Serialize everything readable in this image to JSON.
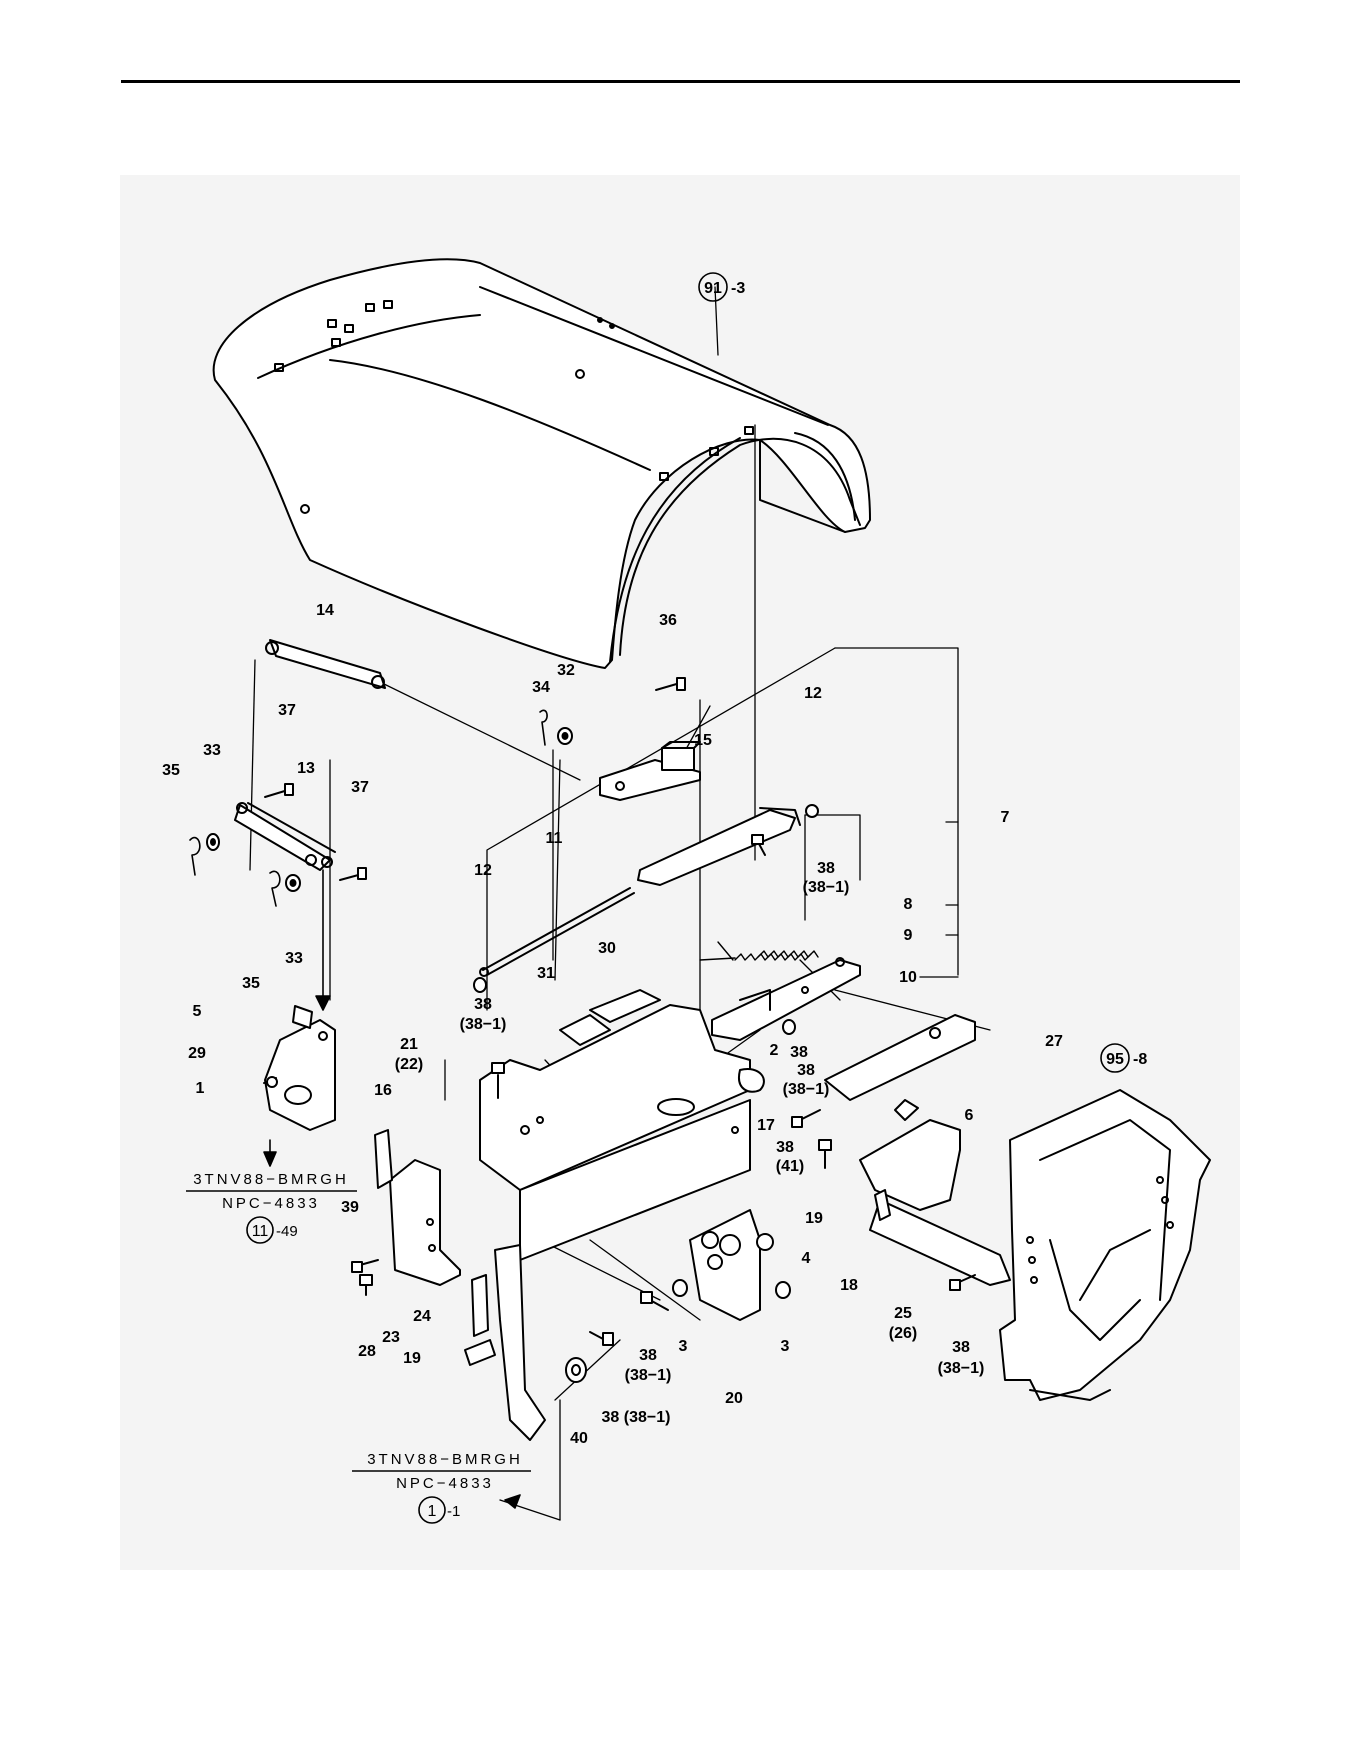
{
  "callouts": {
    "c91": "91",
    "c91s": "-3",
    "c95": "95",
    "c95s": "-8",
    "c11": "11",
    "c11s": "-49",
    "c1": "1",
    "c1s": "-1",
    "p14": "14",
    "p36": "36",
    "p34": "34",
    "p32": "32",
    "p15": "15",
    "p12a": "12",
    "p12b": "12",
    "p7": "7",
    "p37a": "37",
    "p37b": "37",
    "p33a": "33",
    "p33b": "33",
    "p13": "13",
    "p35a": "35",
    "p35b": "35",
    "p11": "11",
    "p38a": "38",
    "p38a_sub": "(38−1)",
    "p8": "8",
    "p9": "9",
    "p10": "10",
    "p38b": "38",
    "p38b_sub": "(38−1)",
    "p31": "31",
    "p30": "30",
    "p2": "2",
    "p38c": "38",
    "p38d": "38",
    "p38d_sub": "(38−1)",
    "p27": "27",
    "p5": "5",
    "p29": "29",
    "p1": "1",
    "p21": "21",
    "p22": "(22)",
    "p16": "16",
    "p17": "17",
    "p6": "6",
    "p38e": "38",
    "p41": "(41)",
    "p19a": "19",
    "p39": "39",
    "p4": "4",
    "p18": "18",
    "p3a": "3",
    "p3b": "3",
    "p24": "24",
    "p23": "23",
    "p28": "28",
    "p19b": "19",
    "p38f": "38",
    "p38f_sub": "(38−1)",
    "p25": "25",
    "p26": "(26)",
    "p38g": "38",
    "p38g_sub": "(38−1)",
    "p20": "20",
    "p40": "40",
    "p38h": "38 (38−1)"
  },
  "refs": {
    "ref1_model": "3TNV88−BMRGH",
    "ref1_code": "NPC−4833",
    "ref2_model": "3TNV88−BMRGH",
    "ref2_code": "NPC−4833"
  }
}
